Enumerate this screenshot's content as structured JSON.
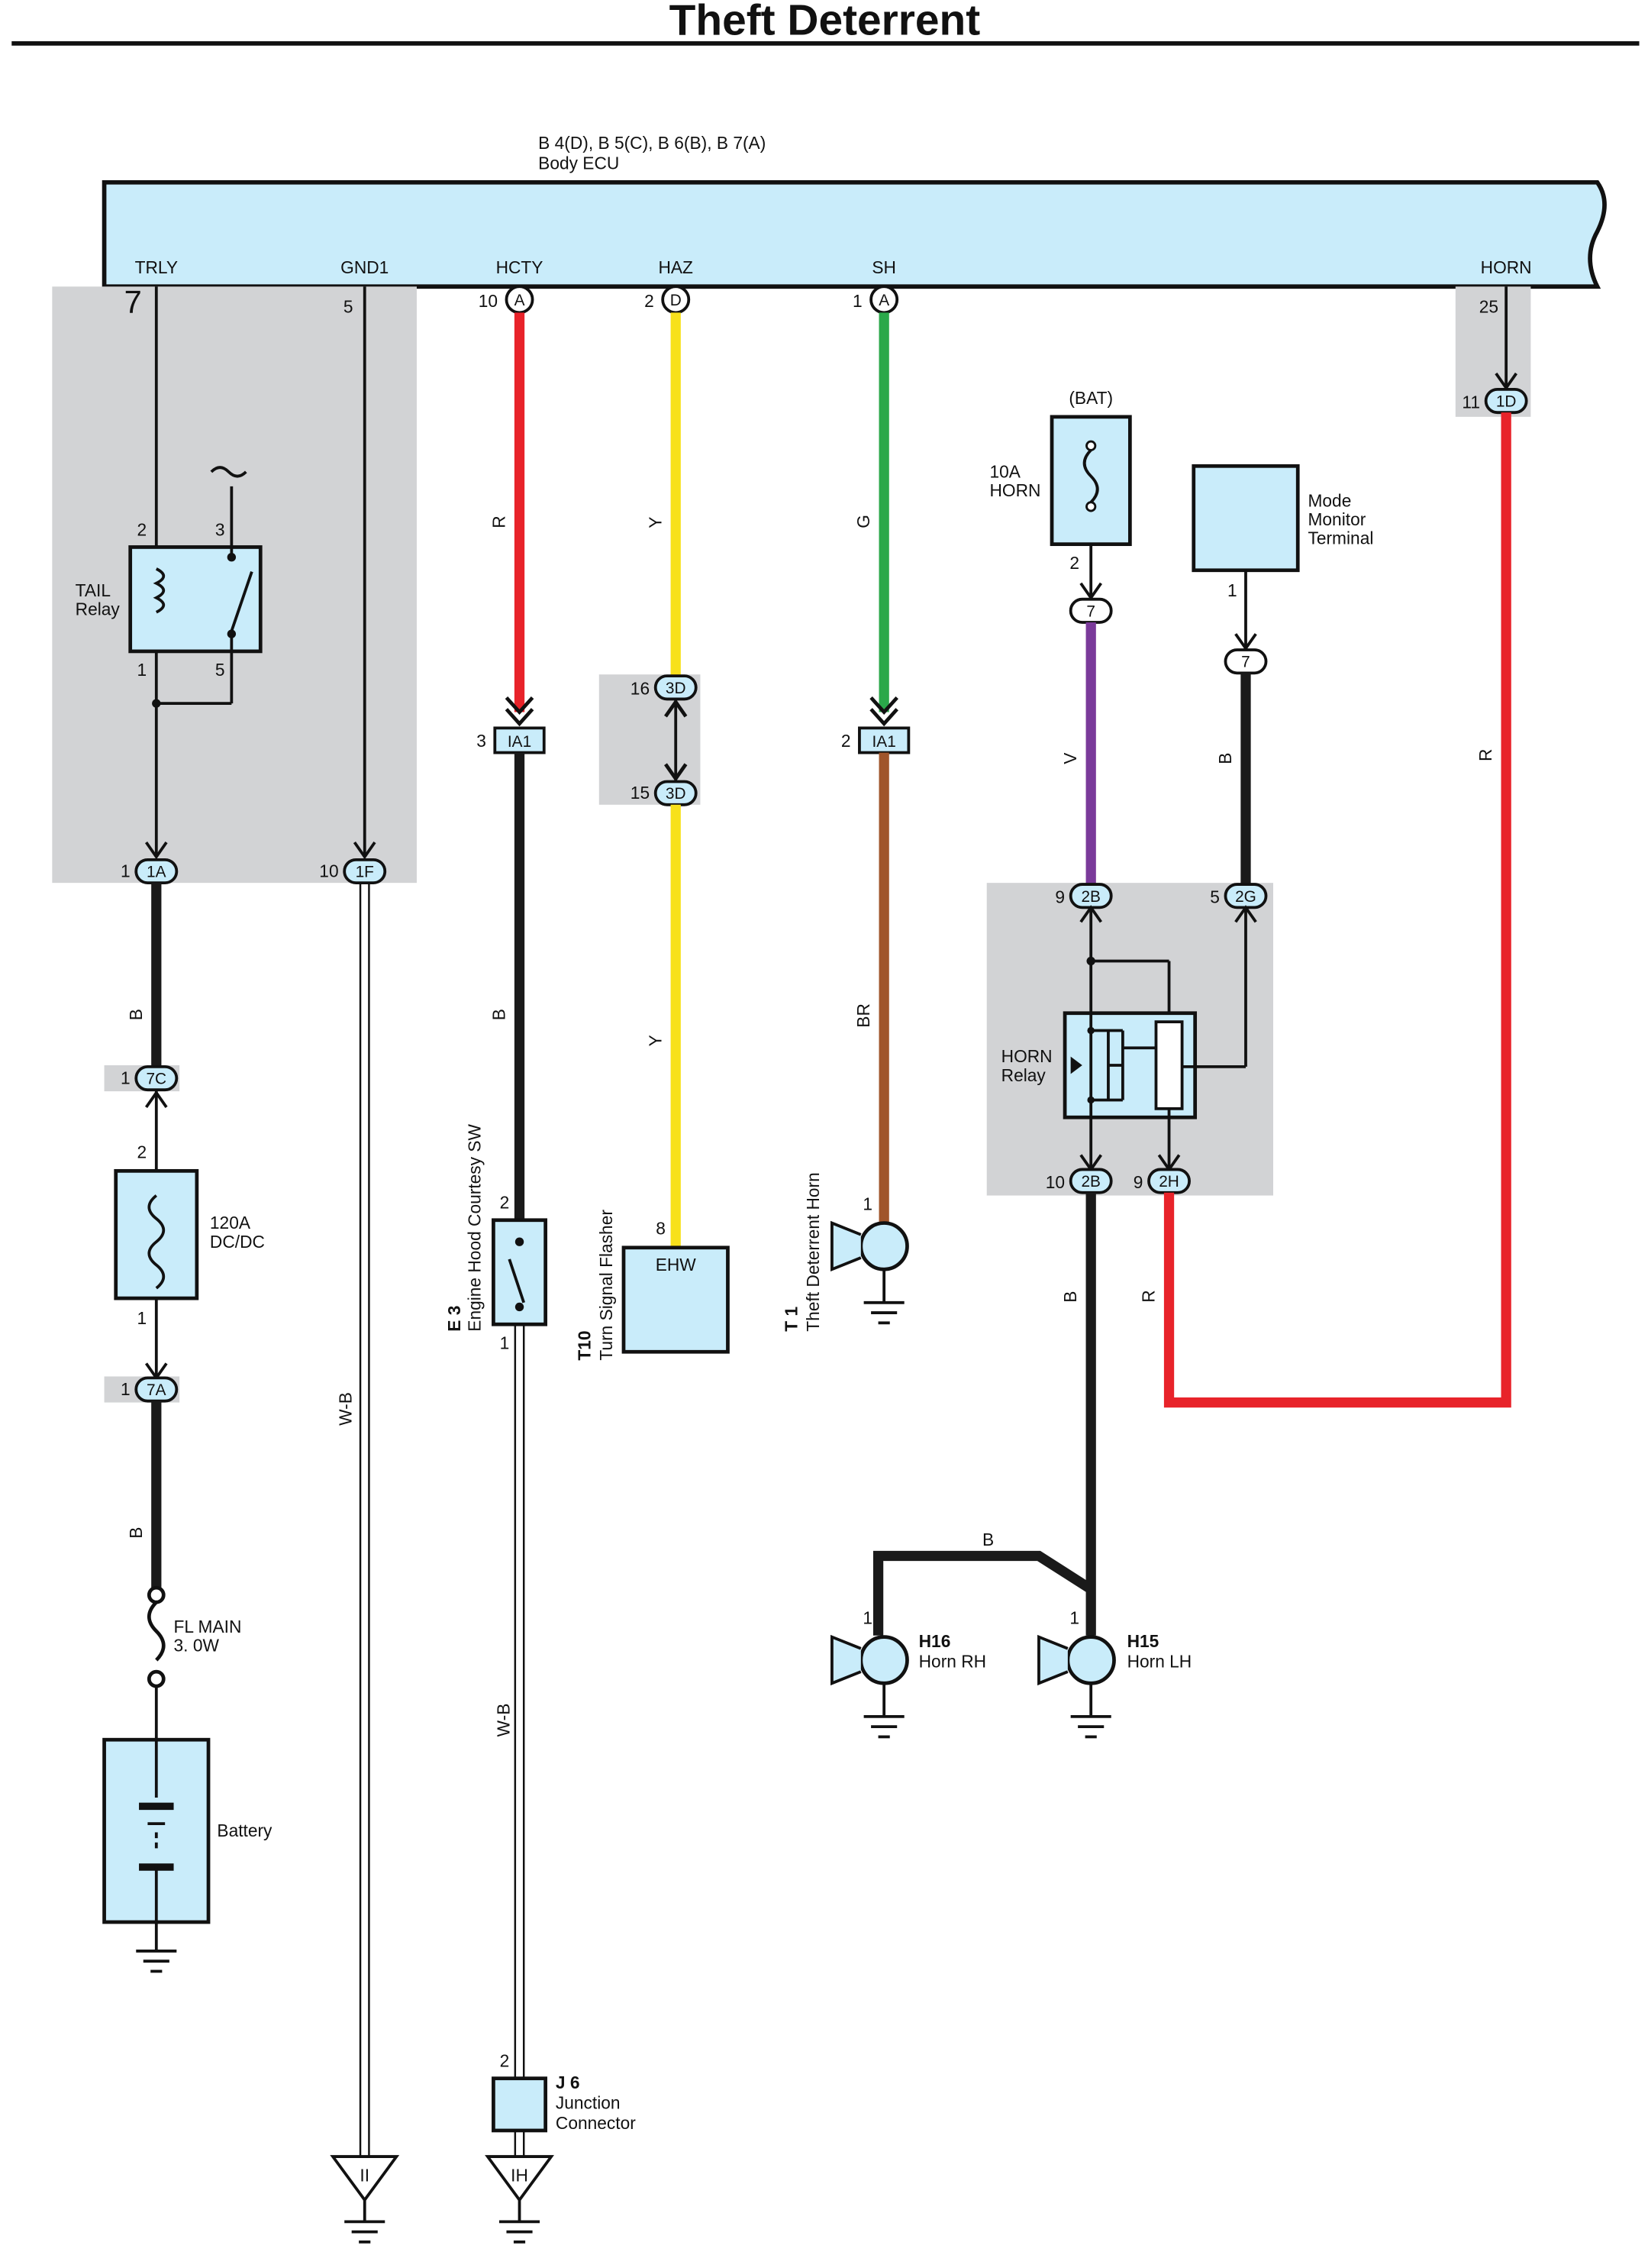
{
  "header": {
    "title": "Theft Deterrent"
  },
  "body_ecu": {
    "codes": "B 4(D), B 5(C), B 6(B), B 7(A)",
    "name": "Body ECU",
    "terminals": [
      "TRLY",
      "GND1",
      "HCTY",
      "HAZ",
      "SH",
      "HORN"
    ]
  },
  "pins": {
    "trly": "7",
    "gnd1": "5",
    "hcty": "10",
    "haz": "2",
    "sh": "1",
    "horn": "25",
    "tail_coil_top": "2",
    "tail_sw_top": "3",
    "tail_coil_bot": "1",
    "tail_sw_bot": "5",
    "one": "1",
    "ten": "10",
    "two": "2",
    "three": "3",
    "eight": "8",
    "eleven": "11",
    "sixteen": "16",
    "fifteen": "15",
    "nine": "9",
    "five": "5"
  },
  "connectors": {
    "a": "A",
    "d": "D",
    "c1a": "1A",
    "c1f": "1F",
    "c7c": "7C",
    "c7a": "7A",
    "ia1": "IA1",
    "c3d": "3D",
    "c7": "7",
    "c2b": "2B",
    "c2g": "2G",
    "c2h": "2H",
    "c1d": "1D"
  },
  "wires": {
    "r": "R",
    "y": "Y",
    "g": "G",
    "b": "B",
    "br": "BR",
    "v": "V",
    "wb": "W-B"
  },
  "components": {
    "tail_relay": [
      "TAIL",
      "Relay"
    ],
    "fuse_120a": [
      "120A",
      "DC/DC"
    ],
    "fl_main": [
      "FL MAIN",
      "3. 0W"
    ],
    "battery": "Battery",
    "bat": "(BAT)",
    "fuse_10a": [
      "10A",
      "HORN"
    ],
    "mode_monitor": [
      "Mode",
      "Monitor",
      "Terminal"
    ],
    "horn_relay": [
      "HORN",
      "Relay"
    ],
    "e3_code": "E 3",
    "e3_name": "Engine Hood Courtesy SW",
    "t10_code": "T10",
    "t10_name": "Turn Signal Flasher",
    "ehw": "EHW",
    "t1_code": "T 1",
    "t1_name": "Theft Deterrent Horn",
    "h16_code": "H16",
    "h16_name": "Horn RH",
    "h15_code": "H15",
    "h15_name": "Horn LH",
    "j6_code": "J 6",
    "j6_name": [
      "Junction",
      "Connector"
    ],
    "gnd_ii": "II",
    "gnd_ih": "IH"
  },
  "colors": {
    "ecu_fill": "#c9ecfa",
    "shade": "#d2d3d5",
    "red": "#e8232a",
    "yellow": "#f7e11b",
    "green": "#2aa84a",
    "brown": "#a0552b",
    "violet": "#7a3a9a",
    "black": "#1a1a1a"
  }
}
